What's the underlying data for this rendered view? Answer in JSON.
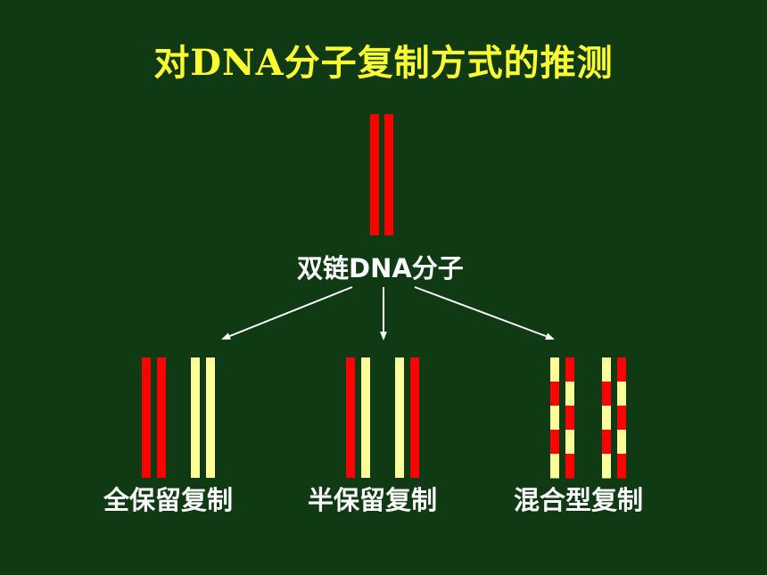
{
  "title": "对DNA分子复制方式的推测",
  "parent": {
    "label": "双链DNA分子",
    "strands": [
      "red",
      "red"
    ]
  },
  "models": [
    {
      "label": "全保留复制",
      "molecules": [
        {
          "strands": [
            "red",
            "red"
          ]
        },
        {
          "strands": [
            "yellow",
            "yellow"
          ]
        }
      ]
    },
    {
      "label": "半保留复制",
      "molecules": [
        {
          "strands": [
            "red",
            "yellow"
          ]
        },
        {
          "strands": [
            "yellow",
            "red"
          ]
        }
      ]
    },
    {
      "label": "混合型复制",
      "molecules": [
        {
          "strands": [
            [
              "yellow",
              "red",
              "yellow",
              "red",
              "yellow"
            ],
            [
              "red",
              "yellow",
              "red",
              "yellow",
              "red"
            ]
          ]
        },
        {
          "strands": [
            [
              "yellow",
              "red",
              "yellow",
              "red",
              "yellow"
            ],
            [
              "red",
              "yellow",
              "red",
              "yellow",
              "red"
            ]
          ]
        }
      ]
    }
  ],
  "colors": {
    "background": "#0f3a14",
    "title": "#ffff33",
    "red": "#ff0000",
    "yellow": "#ffff99",
    "label": "#ffffff",
    "arrow": "#ffffff"
  }
}
